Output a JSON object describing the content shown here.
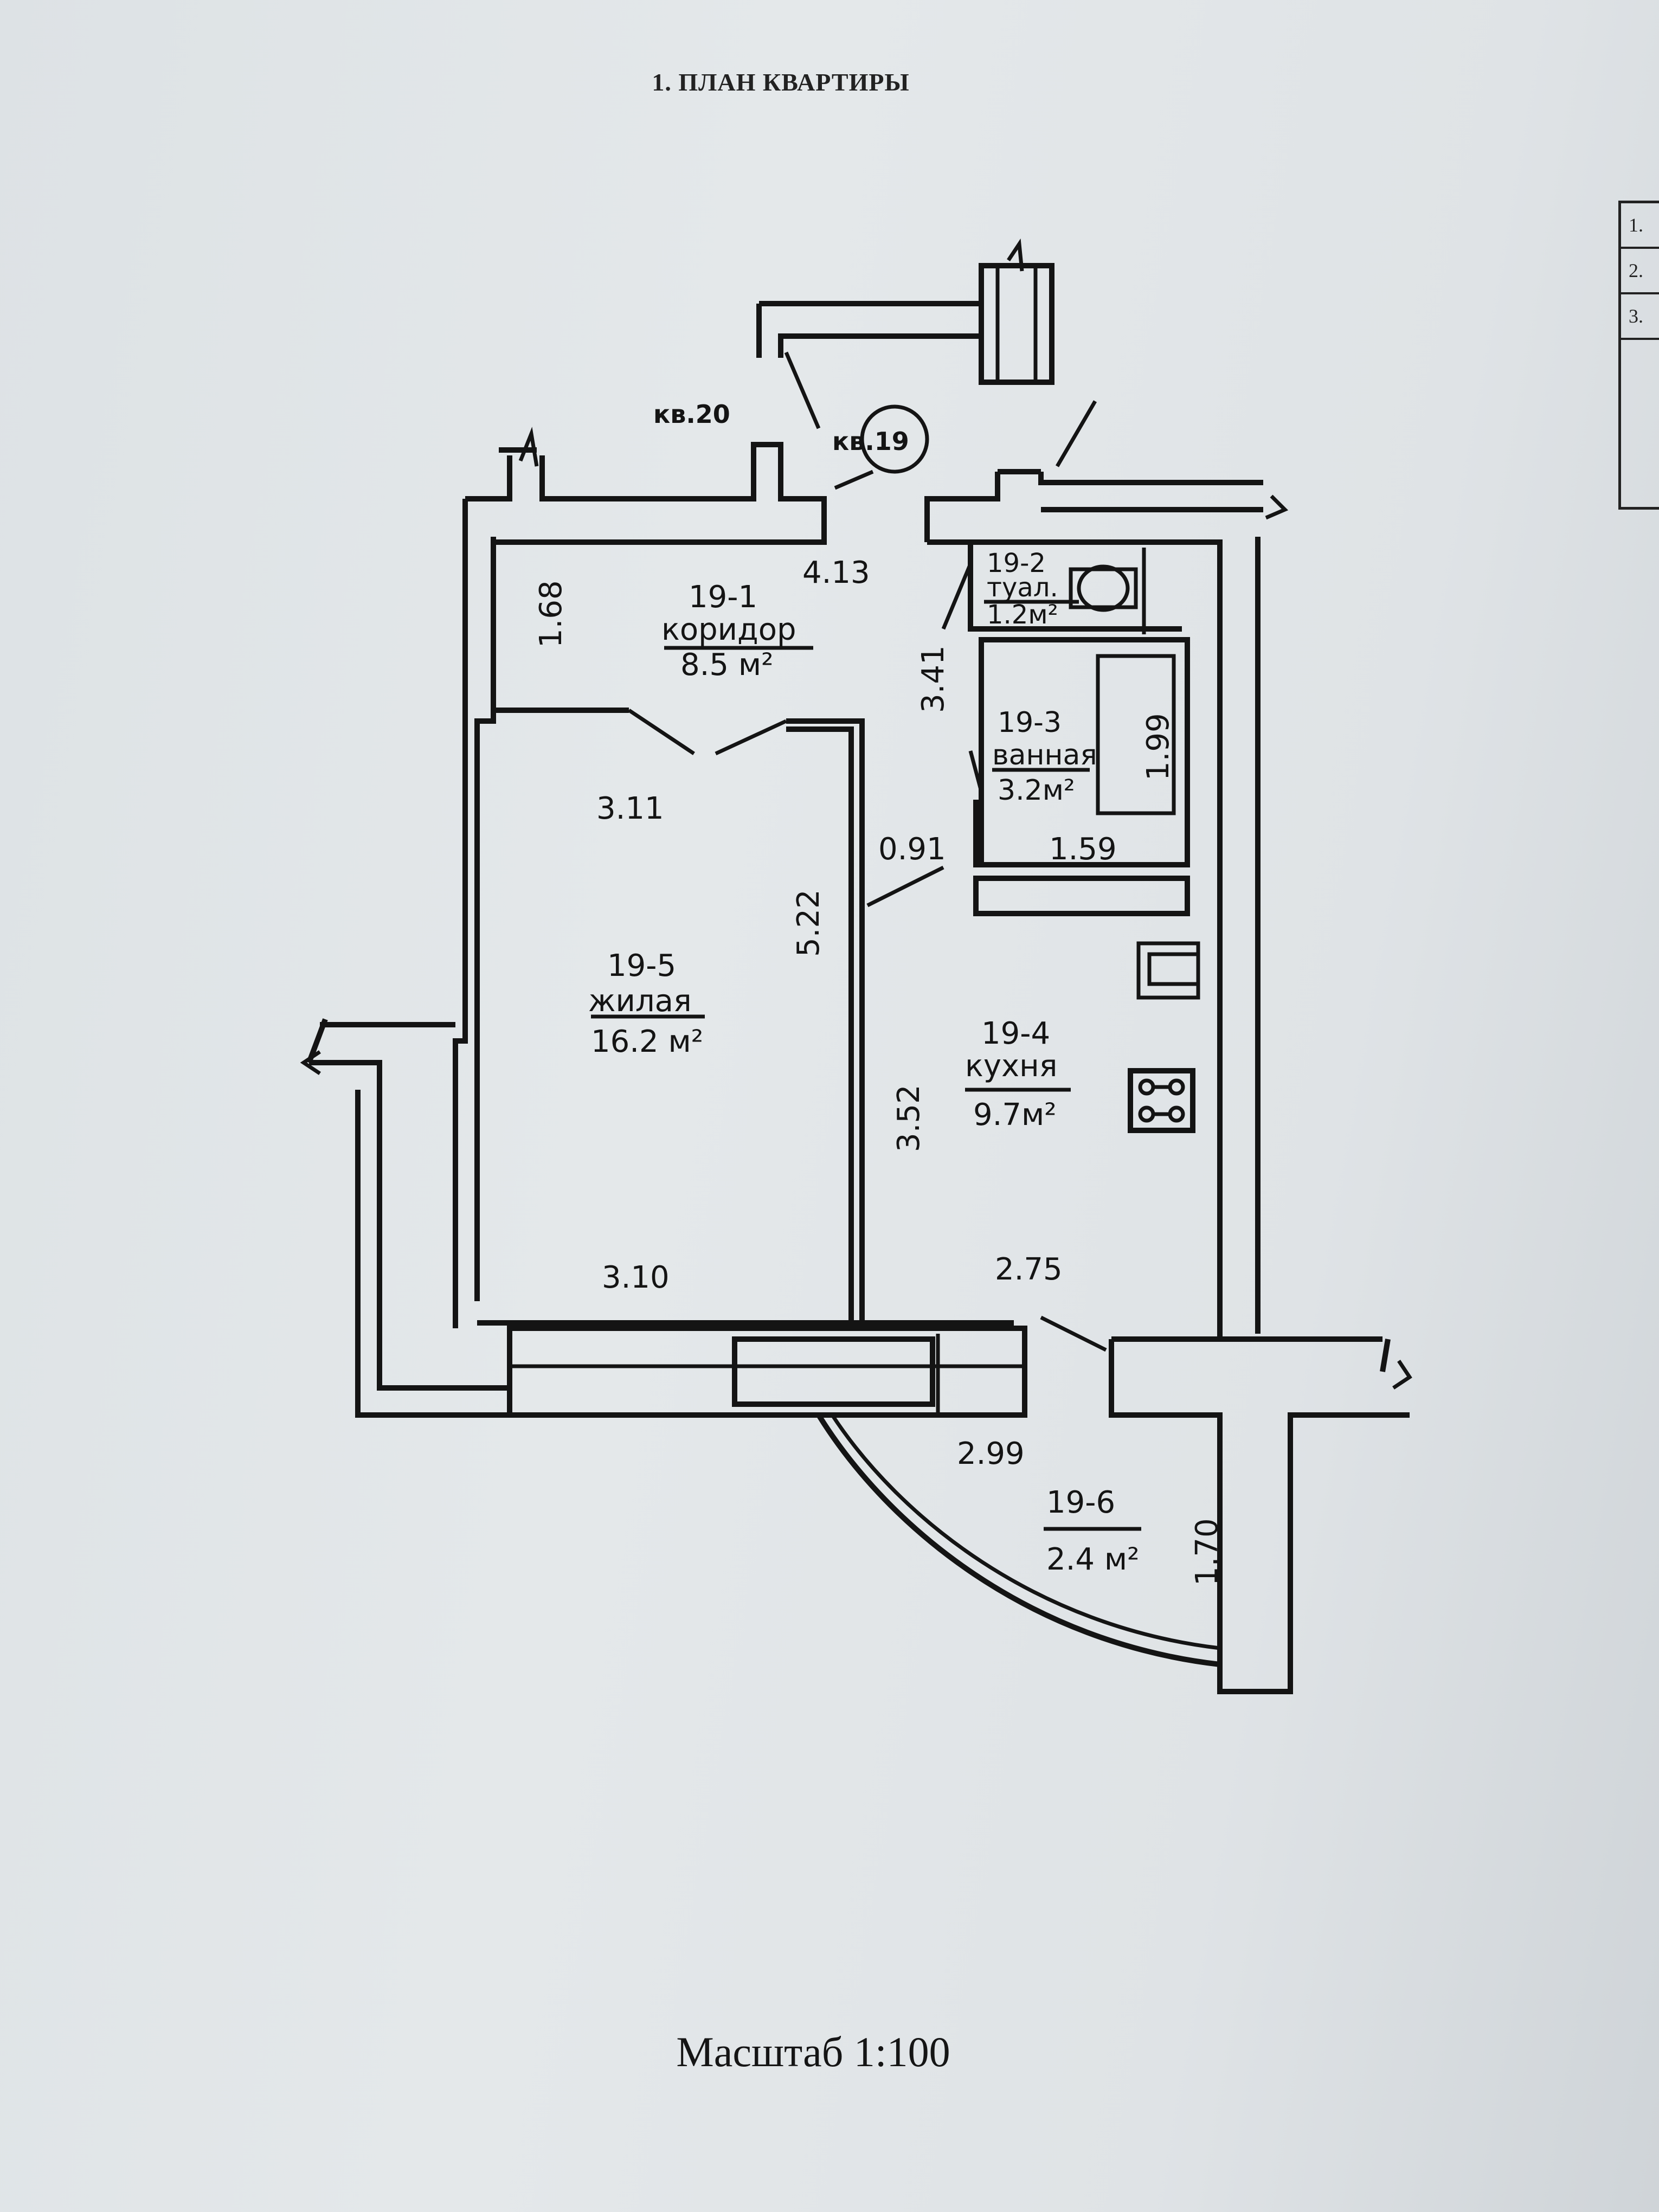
{
  "document": {
    "title": "1. ПЛАН КВАРТИРЫ",
    "scale": "Масштаб 1:100"
  },
  "neighbors": {
    "apt20": "кв.20",
    "apt19": "кв.19"
  },
  "rooms": {
    "r1": {
      "num": "19-1",
      "name": "коридор",
      "area": "8.5 м²"
    },
    "r2": {
      "num": "19-2",
      "name": "туал.",
      "area": "1.2м²"
    },
    "r3": {
      "num": "19-3",
      "name": "ванная",
      "area": "3.2м²"
    },
    "r4": {
      "num": "19-4",
      "name": "кухня",
      "area": "9.7м²"
    },
    "r5": {
      "num": "19-5",
      "name": "жилая",
      "area": "16.2 м²"
    },
    "r6": {
      "num": "19-6",
      "area": "2.4 м²"
    }
  },
  "dimensions": {
    "d168": "1.68",
    "d413": "4.13",
    "d341": "3.41",
    "d199": "1.99",
    "d311": "3.11",
    "d091": "0.91",
    "d159": "1.59",
    "d522": "5.22",
    "d352": "3.52",
    "d310": "3.10",
    "d275": "2.75",
    "d299": "2.99",
    "d170": "1.70"
  },
  "side_table": {
    "rows": [
      "1.",
      "2.",
      "3."
    ]
  }
}
